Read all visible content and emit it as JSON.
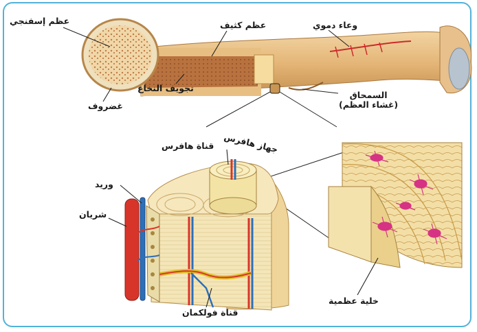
{
  "labels": {
    "spongy_bone": "عظم إسفنجي",
    "compact_bone": "عظم كثيف",
    "blood_vessel": "وعاء دموي",
    "marrow_cavity": "تجويف النخاع",
    "cartilage": "غضروف",
    "periosteum_line1": "السمحاق",
    "periosteum_line2": "(غشاء العظم)",
    "haversian_system": "جهاز هافرس",
    "haversian_canal": "قناة هافرس",
    "vein": "وريد",
    "artery": "شريان",
    "volkmann_canal": "قناة فولكمان",
    "osteocyte": "خلية عظمية"
  },
  "colors": {
    "frame": "#4fb3d9",
    "bone": "#e9c28b",
    "bone_shadow": "#c99654",
    "marrow": "#b06a3a",
    "osteon": "#f3e4b0",
    "artery": "#d8352a",
    "vein": "#2d6fb8",
    "osteocyte": "#d63384"
  },
  "icons": [
    "bone-illustration",
    "osteon-block-illustration",
    "osteocyte-wedge-illustration"
  ]
}
